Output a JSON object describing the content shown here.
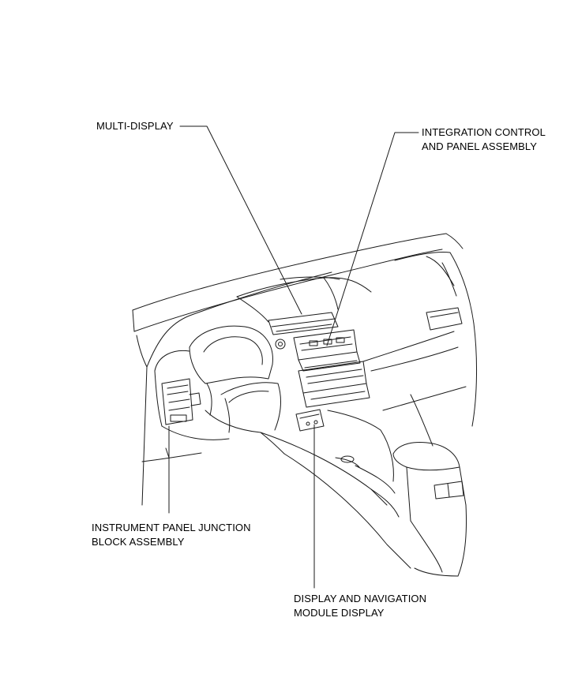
{
  "callouts": {
    "multi_display": {
      "line1": "MULTI-DISPLAY"
    },
    "integration_control": {
      "line1": "INTEGRATION CONTROL",
      "line2": "AND PANEL ASSEMBLY"
    },
    "junction_block": {
      "line1": "INSTRUMENT PANEL JUNCTION",
      "line2": "BLOCK ASSEMBLY"
    },
    "nav_module": {
      "line1": "DISPLAY AND NAVIGATION",
      "line2": "MODULE DISPLAY"
    }
  },
  "colors": {
    "line": "#1a1a1a",
    "background": "#ffffff"
  }
}
